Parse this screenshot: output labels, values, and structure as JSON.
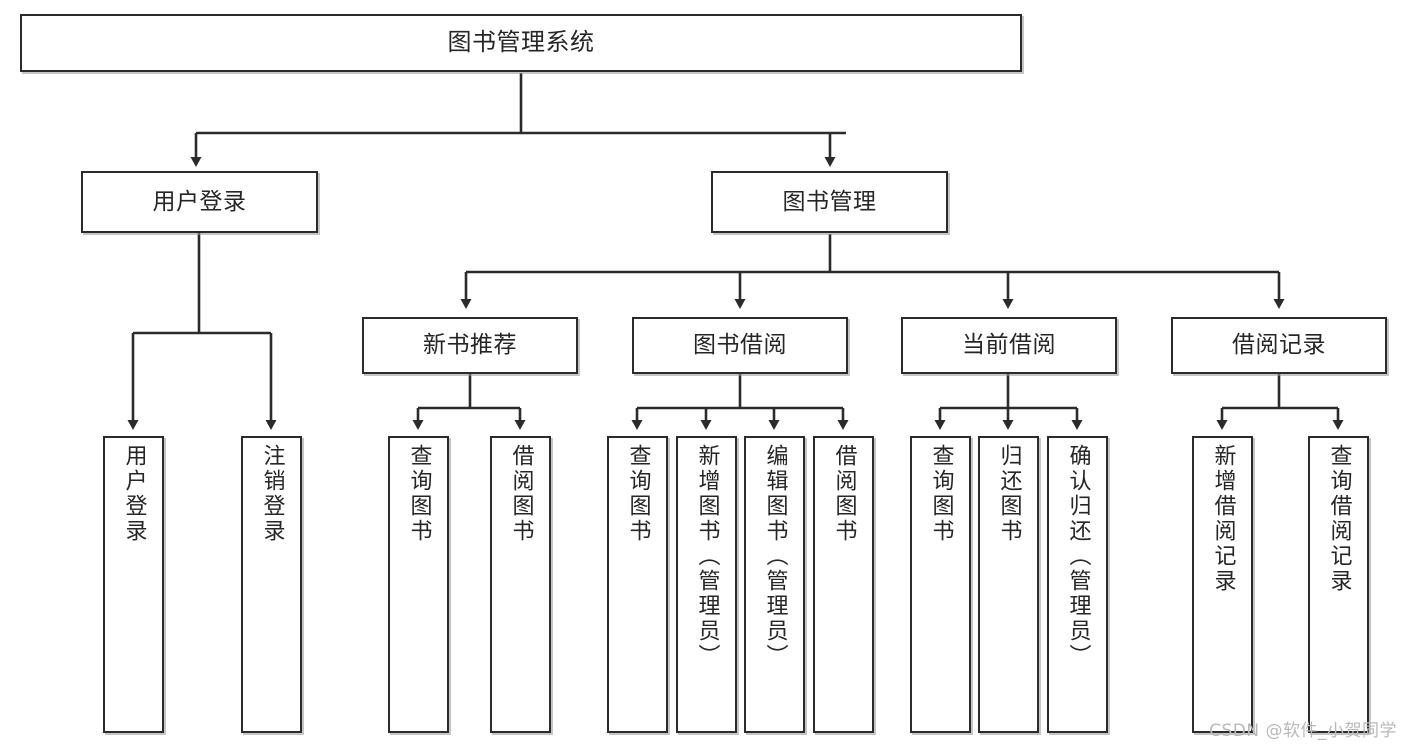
{
  "diagram": {
    "title": "图书管理系统",
    "watermark": "CSDN @软件_小贺同学",
    "line_color": "#2b2b2b",
    "box_fill": "#ffffff",
    "text_color": "#262626",
    "watermark_color": "#b9b9b9"
  },
  "nodes": {
    "root": {
      "label": "图书管理系统"
    },
    "level1": [
      {
        "label": "用户登录"
      },
      {
        "label": "图书管理"
      }
    ],
    "level2": [
      {
        "label": "新书推荐"
      },
      {
        "label": "图书借阅"
      },
      {
        "label": "当前借阅"
      },
      {
        "label": "借阅记录"
      }
    ],
    "leaves_user_login": [
      {
        "label": "用户登录"
      },
      {
        "label": "注销登录"
      }
    ],
    "leaves_new_book": [
      {
        "label": "查询图书"
      },
      {
        "label": "借阅图书"
      }
    ],
    "leaves_borrow": [
      {
        "label": "查询图书"
      },
      {
        "label": "新增图书（管理员）"
      },
      {
        "label": "编辑图书（管理员）"
      },
      {
        "label": "借阅图书"
      }
    ],
    "leaves_current": [
      {
        "label": "查询图书"
      },
      {
        "label": "归还图书"
      },
      {
        "label": "确认归还（管理员）"
      }
    ],
    "leaves_records": [
      {
        "label": "新增借阅记录"
      },
      {
        "label": "查询借阅记录"
      }
    ]
  }
}
